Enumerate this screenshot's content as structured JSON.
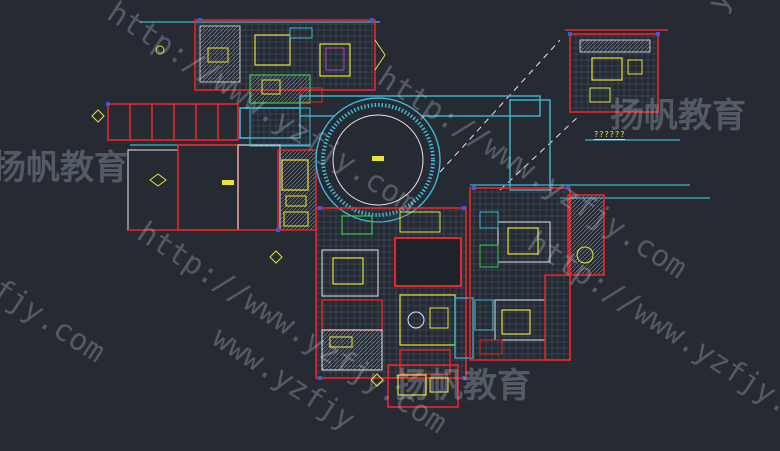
{
  "drawing": {
    "background": "#252a33",
    "annex_title": "??????",
    "colors": {
      "red": "#e8262a",
      "cyan": "#3fb8d6",
      "yellow": "#e8e23a",
      "green": "#38c94a",
      "white": "#e6e6e6",
      "magenta": "#d84fd8",
      "blue": "#3a5bd8"
    }
  },
  "watermark": {
    "url_1": "http://www.yzfjy.com",
    "url_2": "http://www.yzfjy.com",
    "url_3": "http://www.yzfjy.com",
    "url_4": "http://www.yzfjy.com",
    "fragment_top": "www.yzfjy",
    "fragment_left": "zfjy.com",
    "fragment_right": "yzfjy",
    "cn_1": "扬帆教育",
    "cn_2": "扬帆教育",
    "cn_3": "扬帆教育"
  }
}
